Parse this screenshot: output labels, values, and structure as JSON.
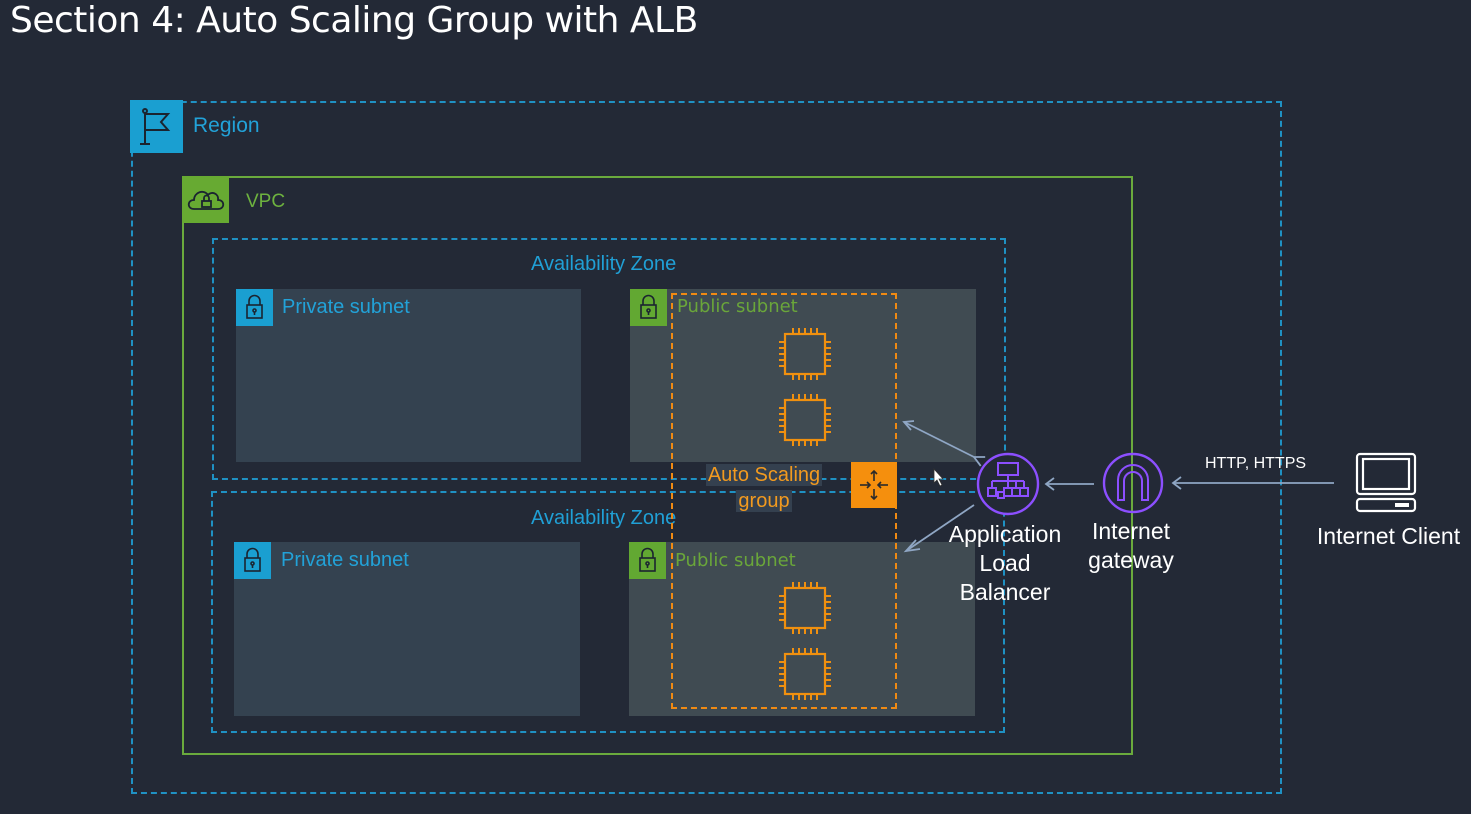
{
  "title": "Section 4: Auto Scaling Group with ALB",
  "region": {
    "label": "Region",
    "icon": "flag-icon"
  },
  "vpc": {
    "label": "VPC",
    "icon": "cloud-lock-icon"
  },
  "availability_zones": [
    {
      "label": "Availability Zone",
      "private_subnet": {
        "label": "Private subnet",
        "icon": "lock-icon"
      },
      "public_subnet": {
        "label": "Public subnet",
        "icon": "lock-icon",
        "instances": 2
      }
    },
    {
      "label": "Availability Zone",
      "private_subnet": {
        "label": "Private subnet",
        "icon": "lock-icon"
      },
      "public_subnet": {
        "label": "Public subnet",
        "icon": "lock-icon",
        "instances": 2
      }
    }
  ],
  "auto_scaling_group": {
    "label_line1": "Auto Scaling",
    "label_line2": "group",
    "icon": "auto-scaling-icon"
  },
  "alb": {
    "line1": "Application",
    "line2": "Load",
    "line3": "Balancer",
    "icon": "load-balancer-icon"
  },
  "internet_gateway": {
    "line1": "Internet",
    "line2": "gateway",
    "icon": "gateway-arch-icon"
  },
  "client": {
    "label": "Internet Client",
    "icon": "computer-icon"
  },
  "connection": {
    "label": "HTTP, HTTPS"
  },
  "colors": {
    "background": "#232936",
    "region": "#1f91c3",
    "vpc": "#6aaa3d",
    "asg": "#f08a13",
    "alb_igw": "#8c4fff",
    "arrow": "#8fa6c4"
  }
}
